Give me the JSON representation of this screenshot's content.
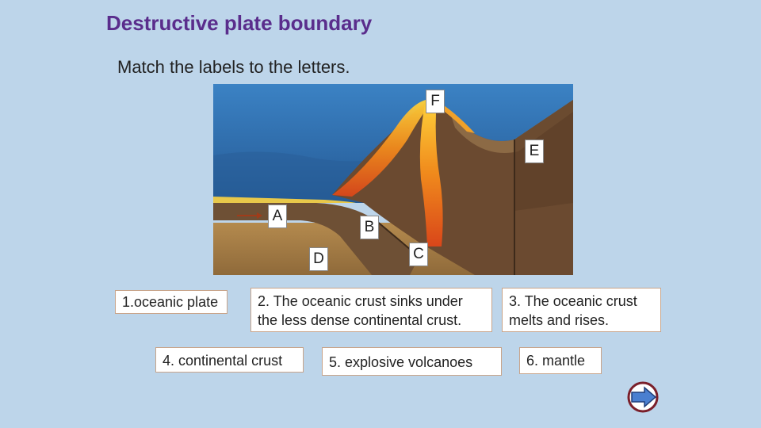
{
  "header": {
    "title": "Destructive plate boundary",
    "instruction": "Match the labels to the letters."
  },
  "diagram": {
    "letters": {
      "F": "F",
      "E": "E",
      "A": "A",
      "B": "B",
      "C": "C",
      "D": "D"
    }
  },
  "cards": {
    "c1": "1.oceanic plate",
    "c2": "2. The oceanic crust sinks under the less dense continental crust.",
    "c3": "3. The oceanic crust melts and rises.",
    "c4": "4. continental crust",
    "c5": "5. explosive volcanoes",
    "c6": "6. mantle"
  },
  "navigation": {
    "next_icon": "right-arrow-icon"
  },
  "colors": {
    "background": "#bdd5ea",
    "title": "#5a2d8c",
    "ocean": "#2f6fb0",
    "magma": "#e9661a",
    "crust": "#7b5a3a"
  }
}
